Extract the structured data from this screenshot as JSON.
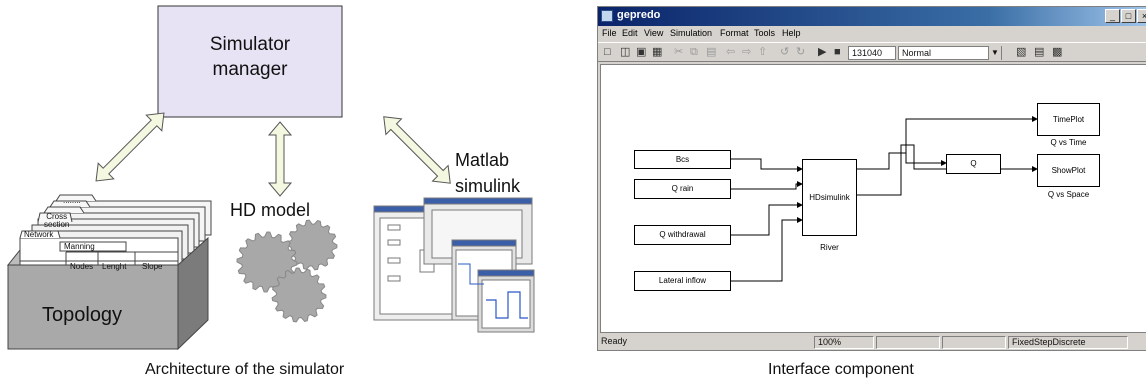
{
  "left_panel": {
    "simulator_manager": [
      "Simulator",
      "manager"
    ],
    "hd_model": "HD model",
    "matlab": [
      "Matlab",
      "simulink"
    ],
    "topology": "Topology",
    "tabs": {
      "back": "........",
      "cross": [
        "Cross",
        "section"
      ],
      "network": "Network",
      "manning": "Manning"
    },
    "columns": [
      "Nodes",
      "Lenght",
      "Slope"
    ],
    "caption": "Architecture of the simulator"
  },
  "window": {
    "title": "gepredo",
    "controls": [
      "_",
      "□",
      "×"
    ],
    "menu": [
      "File",
      "Edit",
      "View",
      "Simulation",
      "Format",
      "Tools",
      "Help"
    ],
    "toolbar": {
      "stop_time": "131040",
      "mode": "Normal"
    },
    "blocks": {
      "bcs": "Bcs",
      "q_rain": "Q rain",
      "q_withdrawal": "Q withdrawal",
      "lateral_inflow": "Lateral inflow",
      "hdsimulink": "HDsimulink",
      "river": "River",
      "q": "Q",
      "timeplot": "TimePlot",
      "timeplot_caption": "Q vs Time",
      "showplot": "ShowPlot",
      "showplot_caption": "Q vs Space"
    },
    "status": {
      "ready": "Ready",
      "zoom": "100%",
      "solver": "FixedStepDiscrete"
    }
  },
  "right_caption": "Interface component"
}
